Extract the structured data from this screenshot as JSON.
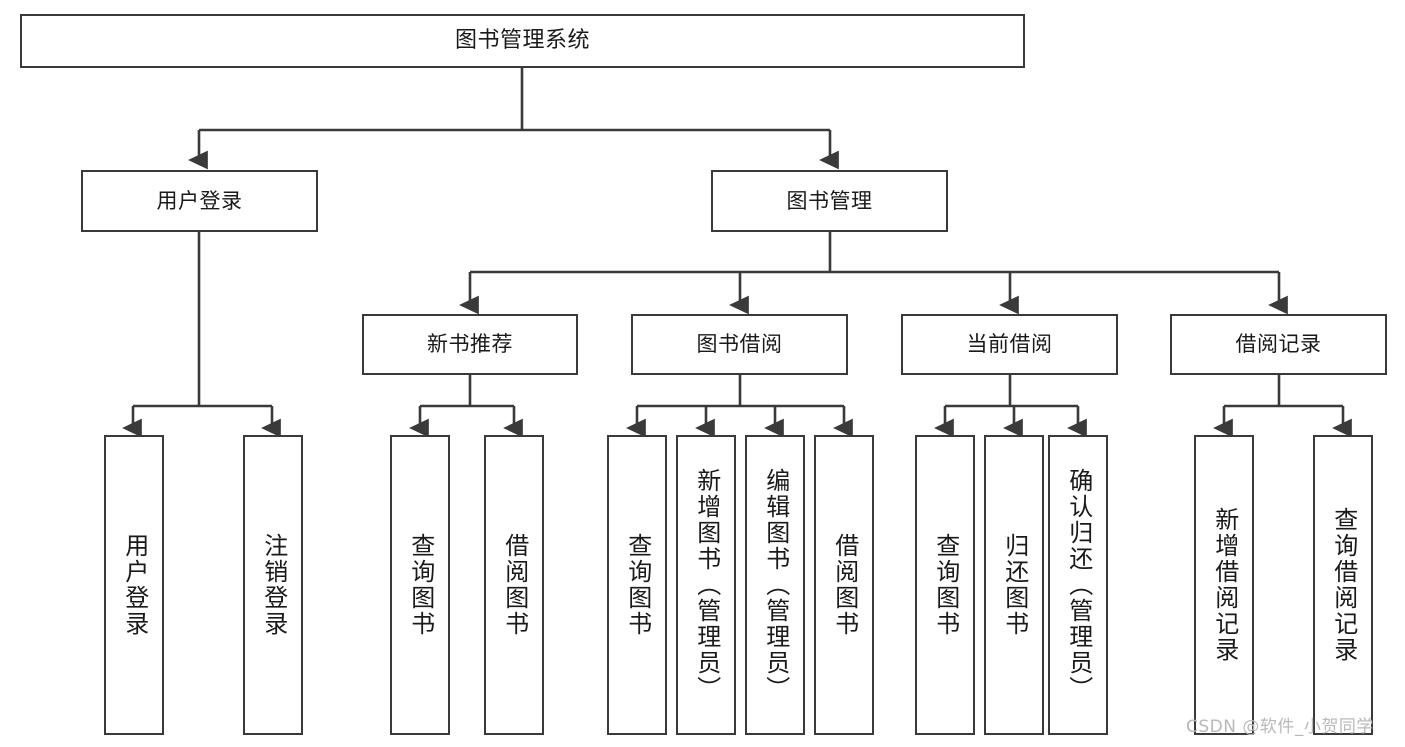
{
  "diagram": {
    "title": "图书管理系统",
    "type": "hierarchy-tree",
    "root": {
      "label": "图书管理系统"
    },
    "level2": [
      {
        "label": "用户登录"
      },
      {
        "label": "图书管理"
      }
    ],
    "level3": [
      {
        "label": "新书推荐"
      },
      {
        "label": "图书借阅"
      },
      {
        "label": "当前借阅"
      },
      {
        "label": "借阅记录"
      }
    ],
    "leaves": {
      "user_login": [
        {
          "label": "用户登录"
        },
        {
          "label": "注销登录"
        }
      ],
      "new_book_recommend": [
        {
          "label": "查询图书"
        },
        {
          "label": "借阅图书"
        }
      ],
      "book_borrow": [
        {
          "label": "查询图书"
        },
        {
          "label": "新增图书（管理员）"
        },
        {
          "label": "编辑图书（管理员）"
        },
        {
          "label": "借阅图书"
        }
      ],
      "current_borrow": [
        {
          "label": "查询图书"
        },
        {
          "label": "归还图书"
        },
        {
          "label": "确认归还（管理员）"
        }
      ],
      "borrow_record": [
        {
          "label": "新增借阅记录"
        },
        {
          "label": "查询借阅记录"
        }
      ]
    }
  },
  "watermark": {
    "text": "CSDN @软件_小贺同学"
  },
  "colors": {
    "stroke": "#3a3a3a",
    "background": "#ffffff",
    "text": "#1a1a1a",
    "watermark": "#b9b9b9"
  }
}
